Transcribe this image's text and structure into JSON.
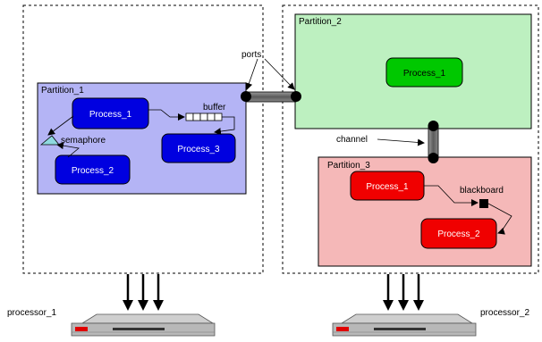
{
  "partitions": {
    "p1": {
      "label": "Partition_1"
    },
    "p2": {
      "label": "Partition_2"
    },
    "p3": {
      "label": "Partition_3"
    }
  },
  "processes": {
    "p1_proc1": "Process_1",
    "p1_proc2": "Process_2",
    "p1_proc3": "Process_3",
    "p2_proc1": "Process_1",
    "p3_proc1": "Process_1",
    "p3_proc2": "Process_2"
  },
  "labels": {
    "ports": "ports",
    "buffer": "buffer",
    "semaphore": "semaphore",
    "channel": "channel",
    "blackboard": "blackboard",
    "processor_1": "processor_1",
    "processor_2": "processor_2"
  },
  "colors": {
    "partition_1_fill": "#b4b4f5",
    "partition_2_fill": "#bdf0c0",
    "partition_3_fill": "#f5b8b8",
    "process_blue": "#0000e0",
    "process_green": "#00c800",
    "process_red": "#f00000"
  }
}
